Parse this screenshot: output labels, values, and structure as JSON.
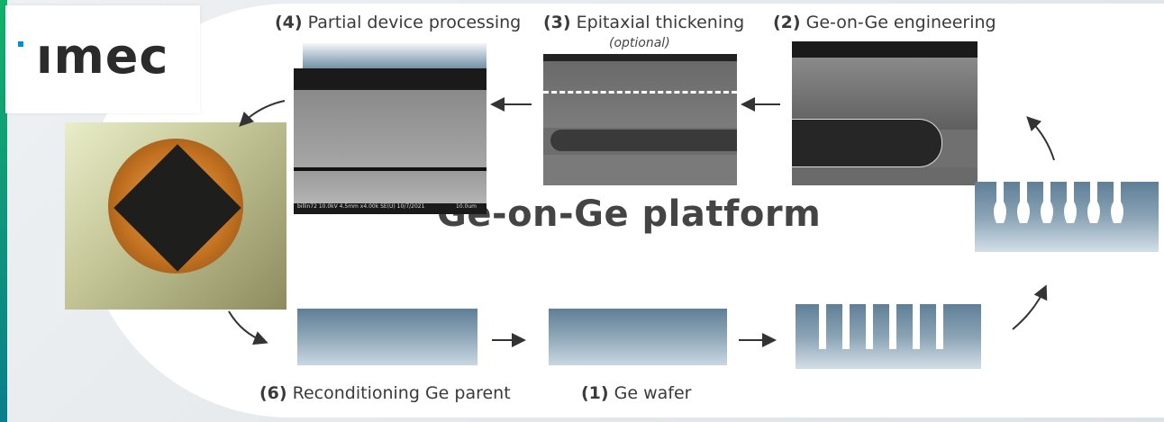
{
  "logo": {
    "text": "ımec"
  },
  "title": "Ge-on-Ge platform",
  "steps": {
    "s1": {
      "num": "(1)",
      "text": "Ge wafer"
    },
    "s2": {
      "num": "(2)",
      "text": "Ge-on-Ge engineering"
    },
    "s3": {
      "num": "(3)",
      "text": "Epitaxial thickening",
      "note": "(optional)"
    },
    "s4": {
      "num": "(4)",
      "text": "Partial device processing"
    },
    "s6": {
      "num": "(6)",
      "text": "Reconditioning Ge parent"
    }
  },
  "sem_caption": "billin72 10.0kV 4.5mm x4.00k SE(U) 10/7/2021",
  "sem_scale": "10.0um",
  "colors": {
    "accent_green": "#14b06a",
    "accent_blue": "#0b8ec8",
    "wafer_dark": "#5f7f97",
    "wafer_light": "#c9d7e1"
  }
}
